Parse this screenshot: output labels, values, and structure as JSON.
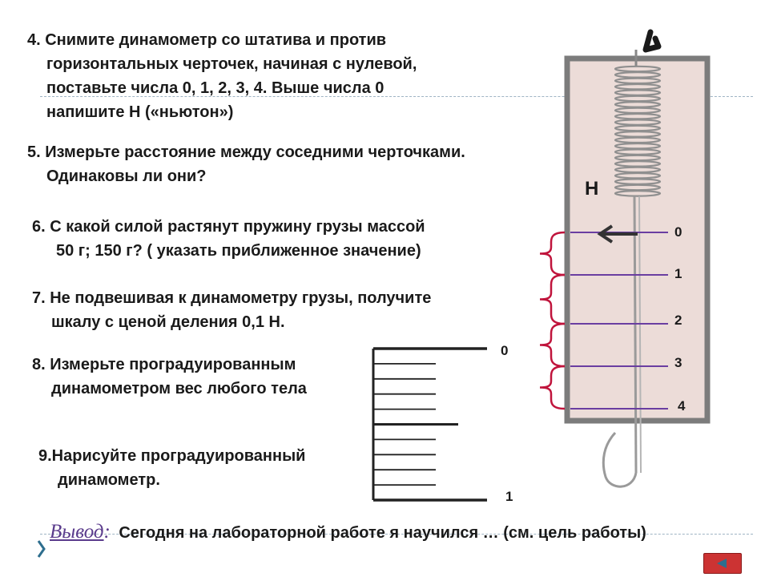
{
  "tasks": [
    {
      "l1": "4. Снимите динамометр со штатива и против",
      "l2": "горизонтальных черточек, начиная с нулевой,",
      "l3": "поставьте числа 0, 1, 2, 3, 4. Выше числа  0",
      "l4": "напишите  Н («ньютон»)"
    },
    {
      "l1": "5. Измерьте расстояние между соседними черточками.",
      "l2": "Одинаковы ли они?"
    },
    {
      "l1": "6. С какой силой растянут пружину грузы массой",
      "l2": "50 г;   150 г? (  указать приближенное значение)"
    },
    {
      "l1": "7. Не подвешивая  к динамометру грузы, получите",
      "l2": "шкалу с ценой деления 0,1 Н."
    },
    {
      "l1": "8. Измерьте проградуированным",
      "l2": "динамометром вес любого тела"
    },
    {
      "l1": "9.Нарисуйте проградуированный",
      "l2": "динамометр."
    }
  ],
  "dynamometer": {
    "unit_label": "Н",
    "scale_marks": [
      "0",
      "1",
      "2",
      "3",
      "4"
    ]
  },
  "small_scale": {
    "top_label": "0",
    "bottom_label": "1",
    "subdivisions": 10
  },
  "conclusion": {
    "word": "Вывод",
    "colon": ":",
    "text": "Сегодня на лабораторной работе я научился …  (см. цель работы)"
  },
  "colors": {
    "accent_purple": "#6a3ea1",
    "bracket_red": "#c0143c",
    "nav_red": "#cc3333",
    "nav_arrow": "#2e6e8e",
    "body_fill": "#ecdcd8"
  },
  "icons": [
    "arrow-left-icon",
    "back-arrow-icon",
    "nav-arrow-icon",
    "hook-icon",
    "spring-icon"
  ]
}
